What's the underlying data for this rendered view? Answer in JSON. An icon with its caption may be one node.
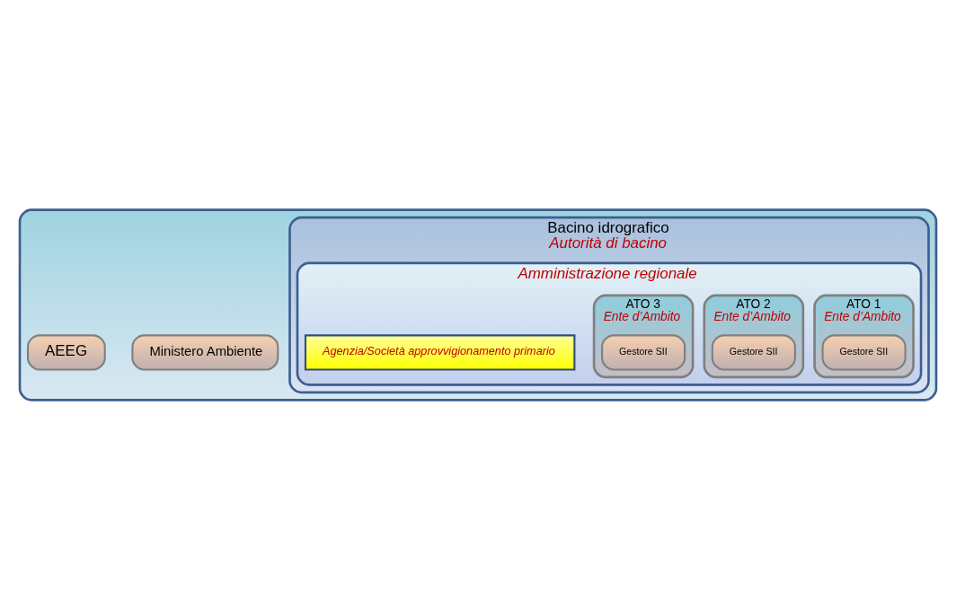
{
  "diagram": {
    "nodes": [
      {
        "text": [],
        "shape": "box"
      },
      {
        "text": [
          "Ministero Ambiente"
        ],
        "in": 0
      },
      {
        "text": [
          "Bacino idrografico",
          "Autorità di bacino"
        ],
        "in": 0
      },
      {
        "text": [
          "Amministrazione regionale"
        ],
        "in": 2
      },
      {
        "text": [
          "ATO 1",
          "Ente d’Ambito"
        ],
        "in": 3
      },
      {
        "text": [
          "Gestore SII"
        ],
        "in": 4
      },
      {
        "text": [
          "Agenzia/Società approvvigionamento primario"
        ],
        "in": 3
      },
      {
        "text": [
          "ATO 2",
          "Ente d’Ambito"
        ],
        "in": 3
      },
      {
        "text": [
          "Gestore SII"
        ],
        "in": 7
      },
      {
        "text": [
          "ATO 3",
          "Ente d’Ambito"
        ],
        "in": 3
      },
      {
        "text": [
          "Gestore SII"
        ],
        "in": 9
      },
      {
        "text": [
          "AEEG"
        ],
        "in": 0
      }
    ],
    "edges": []
  }
}
